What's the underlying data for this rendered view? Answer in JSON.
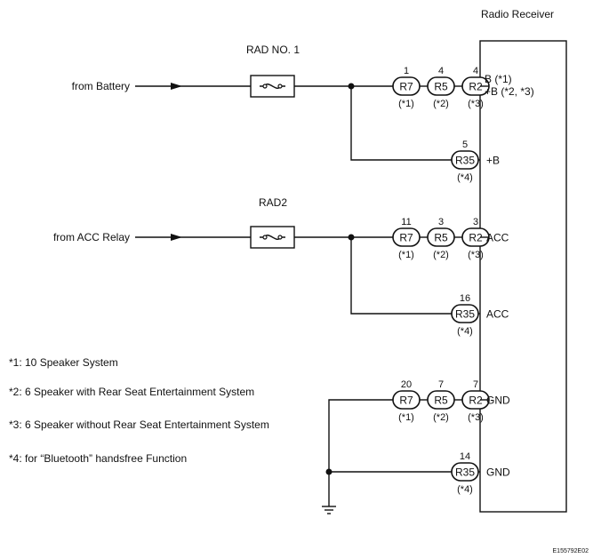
{
  "receiver": {
    "title": "Radio Receiver"
  },
  "sources": {
    "battery": "from Battery",
    "acc": "from ACC Relay"
  },
  "fuses": {
    "rad1": "RAD NO. 1",
    "rad2": "RAD2"
  },
  "groups": {
    "b_main": {
      "connectors": [
        {
          "name": "R7",
          "pin": "1",
          "note": "(*1)"
        },
        {
          "name": "R5",
          "pin": "4",
          "note": "(*2)"
        },
        {
          "name": "R2",
          "pin": "4",
          "note": "(*3)"
        }
      ],
      "terminal_line1": "B (*1)",
      "terminal_line2": "+B (*2, *3)"
    },
    "b_bt": {
      "connectors": [
        {
          "name": "R35",
          "pin": "5",
          "note": "(*4)"
        }
      ],
      "terminal": "+B"
    },
    "acc_main": {
      "connectors": [
        {
          "name": "R7",
          "pin": "11",
          "note": "(*1)"
        },
        {
          "name": "R5",
          "pin": "3",
          "note": "(*2)"
        },
        {
          "name": "R2",
          "pin": "3",
          "note": "(*3)"
        }
      ],
      "terminal": "ACC"
    },
    "acc_bt": {
      "connectors": [
        {
          "name": "R35",
          "pin": "16",
          "note": "(*4)"
        }
      ],
      "terminal": "ACC"
    },
    "gnd_main": {
      "connectors": [
        {
          "name": "R7",
          "pin": "20",
          "note": "(*1)"
        },
        {
          "name": "R5",
          "pin": "7",
          "note": "(*2)"
        },
        {
          "name": "R2",
          "pin": "7",
          "note": "(*3)"
        }
      ],
      "terminal": "GND"
    },
    "gnd_bt": {
      "connectors": [
        {
          "name": "R35",
          "pin": "14",
          "note": "(*4)"
        }
      ],
      "terminal": "GND"
    }
  },
  "legend": [
    "*1: 10 Speaker System",
    "*2: 6 Speaker with Rear Seat Entertainment System",
    "*3: 6 Speaker without Rear Seat Entertainment System",
    "*4: for “Bluetooth” handsfree Function"
  ],
  "figure_code": "E155792E02"
}
